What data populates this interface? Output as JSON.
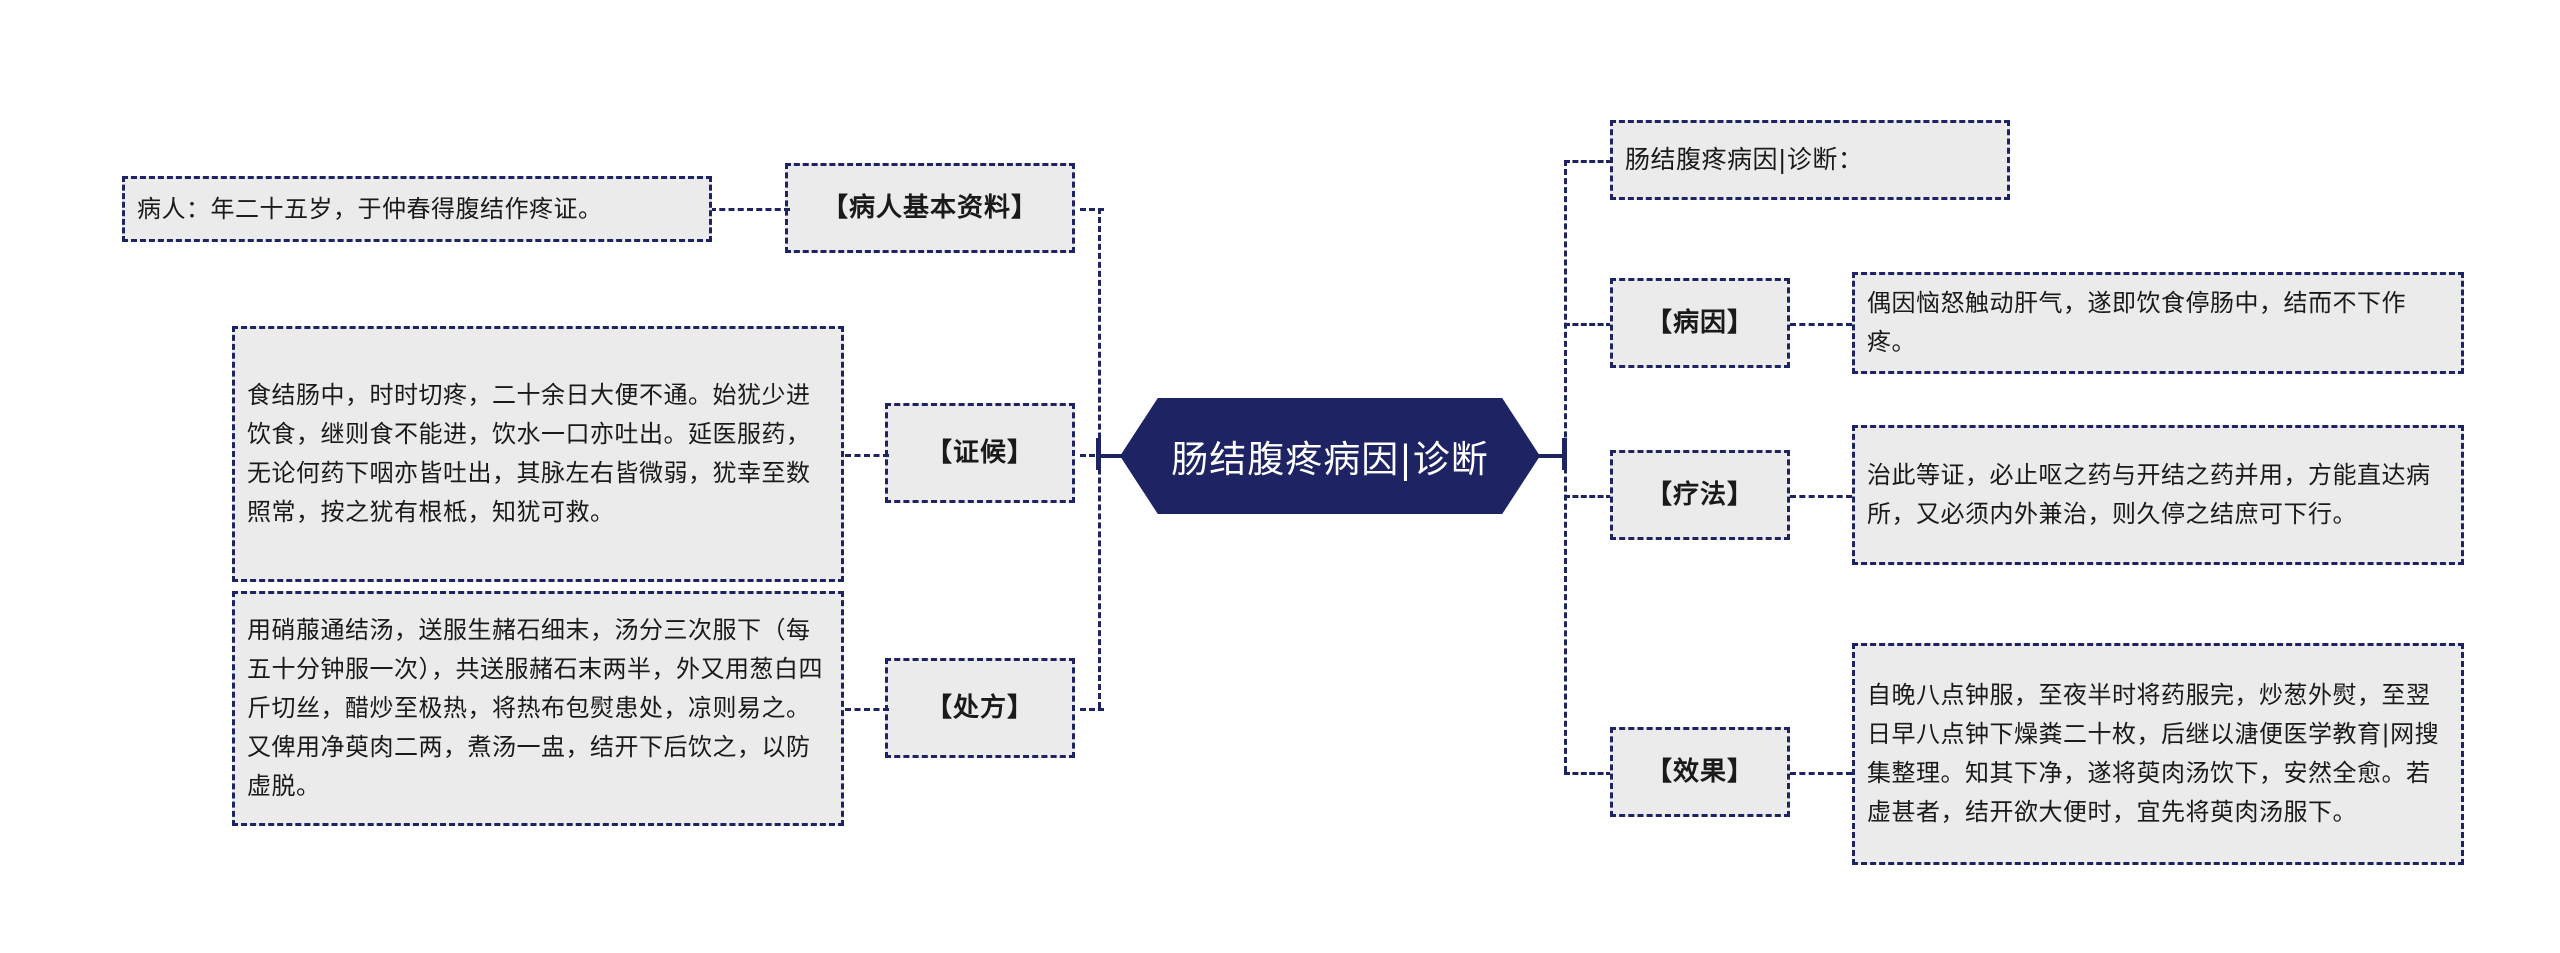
{
  "diagram": {
    "type": "mind-map",
    "title": "肠结腹疼病因|诊断",
    "colors": {
      "accent": "#1d2363",
      "node_fill": "#ebebeb",
      "central_fill": "#1d2363",
      "central_text": "#ffffff",
      "text": "#1a1a1a",
      "background": "#ffffff"
    }
  },
  "central": {
    "label": "肠结腹疼病因|诊断"
  },
  "left_branch": [
    {
      "label": "【病人基本资料】",
      "content": "病人：年二十五岁，于仲春得腹结作疼证。"
    },
    {
      "label": "【证候】",
      "content": "食结肠中，时时切疼，二十余日大便不通。始犹少进饮食，继则食不能进，饮水一口亦吐出。延医服药，无论何药下咽亦皆吐出，其脉左右皆微弱，犹幸至数照常，按之犹有根柢，知犹可救。"
    },
    {
      "label": "【处方】",
      "content": "用硝菔通结汤，送服生赭石细末，汤分三次服下（每五十分钟服一次），共送服赭石末两半，外又用葱白四斤切丝，醋炒至极热，将热布包熨患处，凉则易之。又俾用净萸肉二两，煮汤一盅，结开下后饮之，以防虚脱。"
    }
  ],
  "right_branch": [
    {
      "label": "肠结腹疼病因|诊断：",
      "content": ""
    },
    {
      "label": "【病因】",
      "content": "偶因恼怒触动肝气，遂即饮食停肠中，结而不下作疼。"
    },
    {
      "label": "【疗法】",
      "content": "治此等证，必止呕之药与开结之药并用，方能直达病所，又必须内外兼治，则久停之结庶可下行。"
    },
    {
      "label": "【效果】",
      "content": "自晚八点钟服，至夜半时将药服完，炒葱外熨，至翌日早八点钟下燥粪二十枚，后继以溏便医学教育|网搜集整理。知其下净，遂将萸肉汤饮下，安然全愈。若虚甚者，结开欲大便时，宜先将萸肉汤服下。"
    }
  ]
}
